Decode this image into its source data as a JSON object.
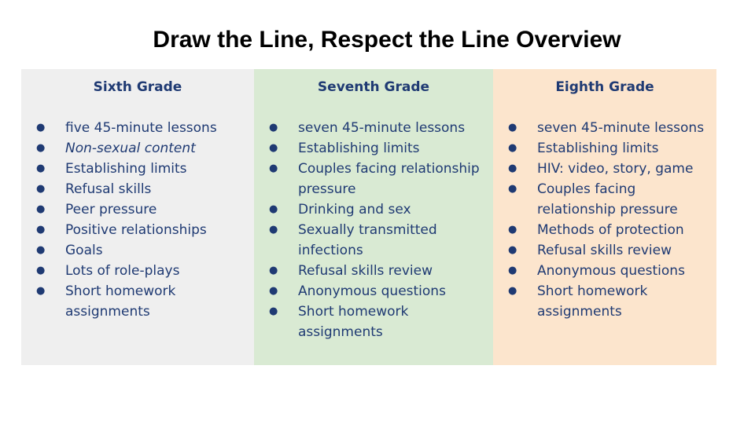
{
  "title": "Draw the Line, Respect the Line Overview",
  "colors": {
    "title": "#000000",
    "text": "#1f3a73",
    "sixth_bg": "#efefef",
    "seventh_bg": "#d9ead3",
    "eighth_bg": "#fce5cd"
  },
  "bullet_icon": "filled-circle-bullet",
  "columns": [
    {
      "heading": "Sixth Grade",
      "items": [
        "five 45-minute lessons",
        "Non-sexual content",
        "Establishing limits",
        "Refusal skills",
        "Peer pressure",
        "Positive relationships",
        "Goals",
        "Lots of role-plays",
        "Short homework assignments"
      ]
    },
    {
      "heading": "Seventh Grade",
      "items": [
        "seven 45-minute lessons",
        "Establishing limits",
        "Couples facing relationship pressure",
        "Drinking and sex",
        "Sexually transmitted infections",
        "Refusal skills review",
        "Anonymous questions",
        "Short homework assignments"
      ]
    },
    {
      "heading": "Eighth Grade",
      "items": [
        "seven 45-minute lessons",
        "Establishing limits",
        "HIV: video, story, game",
        "Couples facing relationship pressure",
        "Methods of protection",
        "Refusal skills review",
        "Anonymous questions",
        "Short homework assignments"
      ]
    }
  ]
}
